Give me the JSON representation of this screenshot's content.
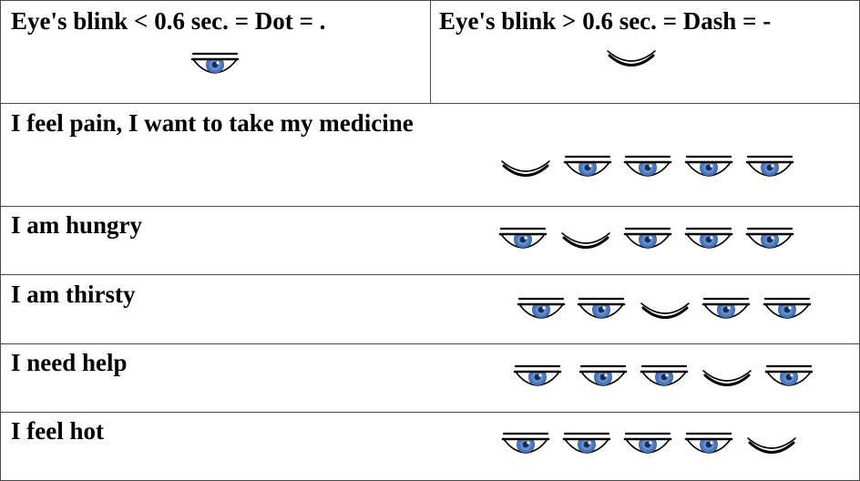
{
  "legend": {
    "dot": {
      "text": "Eye's blink < 0.6 sec. = Dot = .",
      "symbol": "dot"
    },
    "dash": {
      "text": "Eye's blink > 0.6 sec. = Dash = -",
      "symbol": "dash"
    }
  },
  "rows": [
    {
      "label": "I feel pain, I want to take my medicine",
      "code": [
        "dash",
        "dot",
        "dot",
        "dot",
        "dot"
      ]
    },
    {
      "label": "I am hungry",
      "code": [
        "dot",
        "dash",
        "dot",
        "dot",
        "dot"
      ]
    },
    {
      "label": "I am thirsty",
      "code": [
        "dot",
        "dot",
        "dash",
        "dot",
        "dot"
      ]
    },
    {
      "label": "I need help",
      "code": [
        "dot",
        "dot",
        "dot",
        "dash",
        "dot"
      ]
    },
    {
      "label": "I feel hot",
      "code": [
        "dot",
        "dot",
        "dot",
        "dot",
        "dash"
      ]
    }
  ],
  "colors": {
    "iris": "#4a78c0",
    "iris_light": "#7aa4dc",
    "pupil": "#1a2a55",
    "stroke": "#000000",
    "grid_line": "#4a4a4a"
  }
}
